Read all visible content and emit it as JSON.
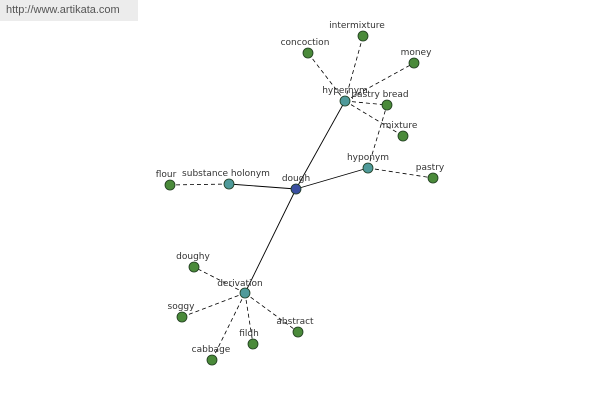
{
  "site_url": "http://www.artikata.com",
  "colors": {
    "center": "#3a4fa0",
    "relation": "#4f9a9a",
    "leaf": "#4a8a3a",
    "solid_edge": "#000000",
    "dashed_edge": "#000000"
  },
  "nodes": [
    {
      "id": "dough",
      "label": "dough",
      "kind": "center"
    },
    {
      "id": "hypernym",
      "label": "hypernym",
      "kind": "relation"
    },
    {
      "id": "hyponym",
      "label": "hyponym",
      "kind": "relation"
    },
    {
      "id": "substance-holonym",
      "label": "substance holonym",
      "kind": "relation"
    },
    {
      "id": "derivation",
      "label": "derivation",
      "kind": "relation"
    },
    {
      "id": "intermixture",
      "label": "intermixture",
      "kind": "leaf"
    },
    {
      "id": "concoction",
      "label": "concoction",
      "kind": "leaf"
    },
    {
      "id": "money",
      "label": "money",
      "kind": "leaf"
    },
    {
      "id": "pastry-bread",
      "label": "pastry bread",
      "kind": "leaf"
    },
    {
      "id": "mixture",
      "label": "mixture",
      "kind": "leaf"
    },
    {
      "id": "pastry",
      "label": "pastry",
      "kind": "leaf"
    },
    {
      "id": "flour",
      "label": "flour",
      "kind": "leaf"
    },
    {
      "id": "doughy",
      "label": "doughy",
      "kind": "leaf"
    },
    {
      "id": "soggy",
      "label": "soggy",
      "kind": "leaf"
    },
    {
      "id": "cabbage",
      "label": "cabbage",
      "kind": "leaf"
    },
    {
      "id": "fildh",
      "label": "fildh",
      "kind": "leaf"
    },
    {
      "id": "abstract",
      "label": "abstract",
      "kind": "leaf"
    }
  ],
  "edges": [
    {
      "from": "dough",
      "to": "hypernym",
      "style": "solid"
    },
    {
      "from": "dough",
      "to": "hyponym",
      "style": "solid"
    },
    {
      "from": "dough",
      "to": "substance-holonym",
      "style": "solid"
    },
    {
      "from": "dough",
      "to": "derivation",
      "style": "solid"
    },
    {
      "from": "hypernym",
      "to": "intermixture",
      "style": "dashed"
    },
    {
      "from": "hypernym",
      "to": "concoction",
      "style": "dashed"
    },
    {
      "from": "hypernym",
      "to": "money",
      "style": "dashed"
    },
    {
      "from": "hypernym",
      "to": "pastry-bread",
      "style": "dashed"
    },
    {
      "from": "hypernym",
      "to": "mixture",
      "style": "dashed"
    },
    {
      "from": "hyponym",
      "to": "pastry-bread",
      "style": "dashed"
    },
    {
      "from": "hyponym",
      "to": "pastry",
      "style": "dashed"
    },
    {
      "from": "substance-holonym",
      "to": "flour",
      "style": "dashed"
    },
    {
      "from": "derivation",
      "to": "doughy",
      "style": "dashed"
    },
    {
      "from": "derivation",
      "to": "soggy",
      "style": "dashed"
    },
    {
      "from": "derivation",
      "to": "cabbage",
      "style": "dashed"
    },
    {
      "from": "derivation",
      "to": "fildh",
      "style": "dashed"
    },
    {
      "from": "derivation",
      "to": "abstract",
      "style": "dashed"
    }
  ]
}
